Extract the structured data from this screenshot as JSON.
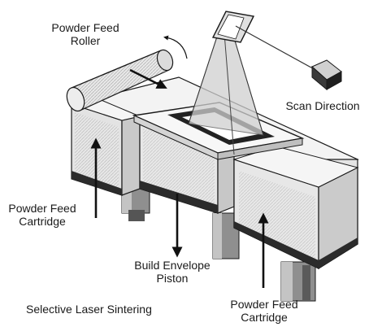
{
  "labels": {
    "powder_feed_roller": [
      "Powder Feed",
      "Roller"
    ],
    "scan_direction": "Scan Direction",
    "powder_feed_cartridge_left": [
      "Powder Feed",
      "Cartridge"
    ],
    "build_envelope_piston": [
      "Build Envelope",
      "Piston"
    ],
    "powder_feed_cartridge_right": [
      "Powder Feed",
      "Cartridge"
    ],
    "caption": "Selective Laser Sintering"
  },
  "colors": {
    "ink": "#1a1a1a",
    "box_face": "#e6e6e6",
    "box_side": "#cfcfcf",
    "box_top": "#f4f4f4",
    "stripe": "#2b2b2b",
    "piston": "#9c9c9c",
    "laser_beam": "#c8c8c8",
    "build_area": "#222222"
  }
}
